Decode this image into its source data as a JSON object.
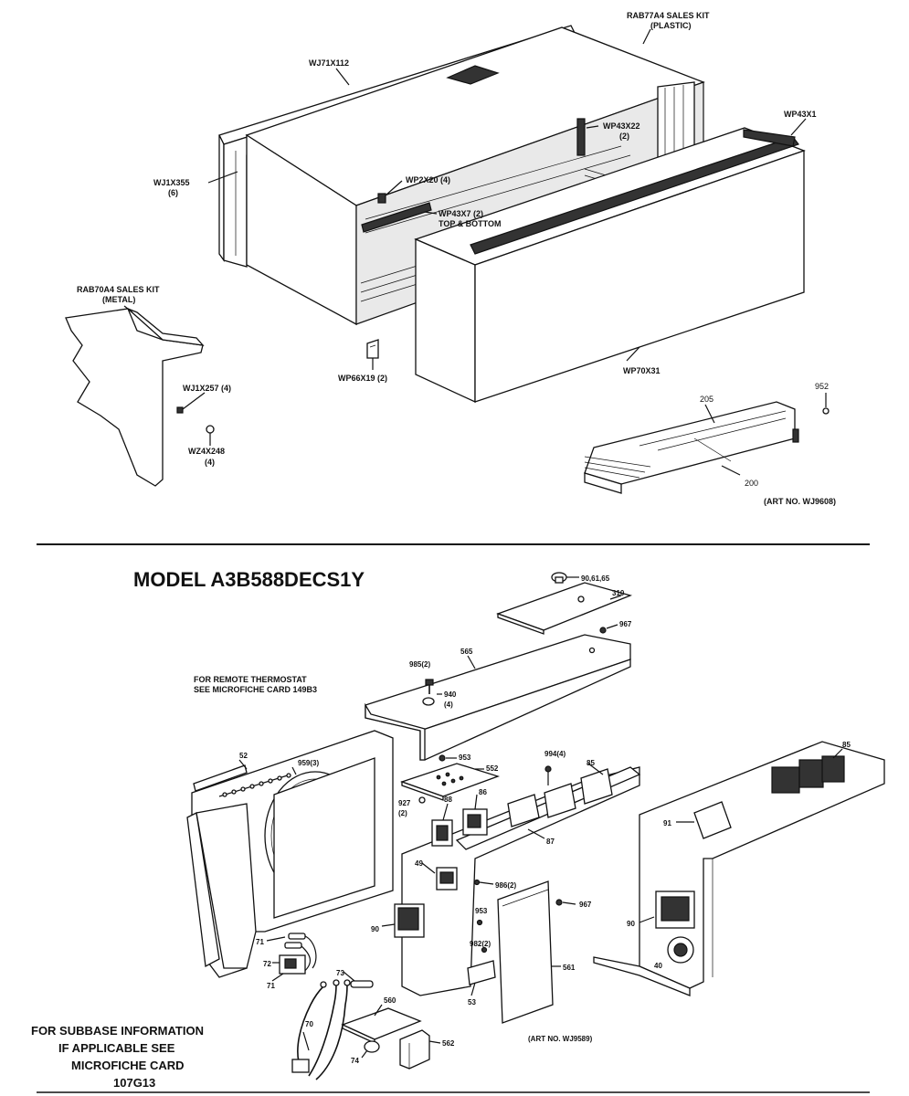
{
  "top_section": {
    "labels": {
      "sales_kit_plastic_1": "RAB77A4 SALES KIT",
      "sales_kit_plastic_2": "(PLASTIC)",
      "wj71x112": "WJ71X112",
      "wp43x22_1": "WP43X22",
      "wp43x22_2": "(2)",
      "wp43x1": "WP43X1",
      "wj1x355_1": "WJ1X355",
      "wj1x355_2": "(6)",
      "wp2x20": "WP2X20 (4)",
      "wp43x7_1": "WP43X7 (2)",
      "wp43x7_2": "TOP & BOTTOM",
      "sales_kit_metal_1": "RAB70A4 SALES KIT",
      "sales_kit_metal_2": "(METAL)",
      "wj1x257": "WJ1X257 (4)",
      "wz4x248_1": "WZ4X248",
      "wz4x248_2": "(4)",
      "wp66x19": "WP66X19 (2)",
      "wp70x31": "WP70X31",
      "p952": "952",
      "p205": "205",
      "p200": "200",
      "art_no": "(ART NO. WJ9608)"
    }
  },
  "bottom_section": {
    "model_title": "MODEL A3B588DECS1Y",
    "note_1": "FOR REMOTE THERMOSTAT",
    "note_2": "SEE MICROFICHE CARD 149B3",
    "subbase_1": "FOR SUBBASE INFORMATION",
    "subbase_2": "IF APPLICABLE SEE",
    "subbase_3": "MICROFICHE CARD",
    "subbase_4": "107G13",
    "art_no": "(ART NO. WJ9589)",
    "parts": {
      "p90_61_65": "90,61,65",
      "p310": "310",
      "p967a": "967",
      "p565": "565",
      "p985": "985(2)",
      "p940_1": "940",
      "p940_2": "(4)",
      "p52": "52",
      "p959": "959(3)",
      "p953a": "953",
      "p552": "552",
      "p994": "994(4)",
      "p85a": "85",
      "p85b": "85",
      "p927_1": "927",
      "p927_2": "(2)",
      "p88": "88",
      "p86": "86",
      "p87": "87",
      "p91": "91",
      "p49": "49",
      "p986": "986(2)",
      "p967b": "967",
      "p953b": "953",
      "p90a": "90",
      "p90b": "90",
      "p982": "982(2)",
      "p561": "561",
      "p40": "40",
      "p71a": "71",
      "p72": "72",
      "p71b": "71",
      "p73": "73",
      "p53": "53",
      "p560": "560",
      "p70": "70",
      "p562": "562",
      "p74": "74"
    }
  }
}
